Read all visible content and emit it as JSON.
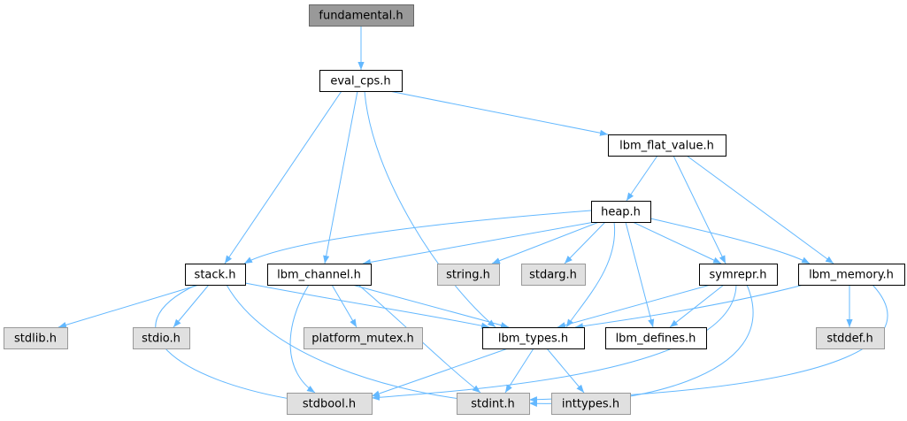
{
  "graph": {
    "colors": {
      "edge": "#63b8ff",
      "root_fill": "#999999",
      "root_border": "#666666",
      "local_fill": "#ffffff",
      "local_border": "#000000",
      "system_fill": "#e0e0e0",
      "system_border": "#999999"
    },
    "nodes": [
      {
        "id": "fundamental",
        "label": "fundamental.h",
        "kind": "root"
      },
      {
        "id": "eval_cps",
        "label": "eval_cps.h",
        "kind": "local"
      },
      {
        "id": "lbm_flat_value",
        "label": "lbm_flat_value.h",
        "kind": "local"
      },
      {
        "id": "heap",
        "label": "heap.h",
        "kind": "local"
      },
      {
        "id": "stack",
        "label": "stack.h",
        "kind": "local"
      },
      {
        "id": "lbm_channel",
        "label": "lbm_channel.h",
        "kind": "local"
      },
      {
        "id": "string",
        "label": "string.h",
        "kind": "system"
      },
      {
        "id": "stdarg",
        "label": "stdarg.h",
        "kind": "system"
      },
      {
        "id": "symrepr",
        "label": "symrepr.h",
        "kind": "local"
      },
      {
        "id": "lbm_memory",
        "label": "lbm_memory.h",
        "kind": "local"
      },
      {
        "id": "stdlib",
        "label": "stdlib.h",
        "kind": "system"
      },
      {
        "id": "stdio",
        "label": "stdio.h",
        "kind": "system"
      },
      {
        "id": "platform_mutex",
        "label": "platform_mutex.h",
        "kind": "system"
      },
      {
        "id": "lbm_types",
        "label": "lbm_types.h",
        "kind": "local"
      },
      {
        "id": "lbm_defines",
        "label": "lbm_defines.h",
        "kind": "local"
      },
      {
        "id": "stddef",
        "label": "stddef.h",
        "kind": "system"
      },
      {
        "id": "stdbool",
        "label": "stdbool.h",
        "kind": "system"
      },
      {
        "id": "stdint",
        "label": "stdint.h",
        "kind": "system"
      },
      {
        "id": "inttypes",
        "label": "inttypes.h",
        "kind": "system"
      }
    ],
    "edges": [
      {
        "from": "fundamental",
        "to": "eval_cps"
      },
      {
        "from": "eval_cps",
        "to": "lbm_flat_value"
      },
      {
        "from": "eval_cps",
        "to": "stack"
      },
      {
        "from": "eval_cps",
        "to": "lbm_channel"
      },
      {
        "from": "eval_cps",
        "to": "lbm_types"
      },
      {
        "from": "lbm_flat_value",
        "to": "heap"
      },
      {
        "from": "lbm_flat_value",
        "to": "symrepr"
      },
      {
        "from": "lbm_flat_value",
        "to": "lbm_memory"
      },
      {
        "from": "heap",
        "to": "stack"
      },
      {
        "from": "heap",
        "to": "lbm_channel"
      },
      {
        "from": "heap",
        "to": "string"
      },
      {
        "from": "heap",
        "to": "stdarg"
      },
      {
        "from": "heap",
        "to": "symrepr"
      },
      {
        "from": "heap",
        "to": "lbm_memory"
      },
      {
        "from": "heap",
        "to": "lbm_types"
      },
      {
        "from": "heap",
        "to": "lbm_defines"
      },
      {
        "from": "stack",
        "to": "stdlib"
      },
      {
        "from": "stack",
        "to": "stdio"
      },
      {
        "from": "stack",
        "to": "lbm_types"
      },
      {
        "from": "stack",
        "to": "stdbool"
      },
      {
        "from": "stack",
        "to": "stdint"
      },
      {
        "from": "lbm_channel",
        "to": "platform_mutex"
      },
      {
        "from": "lbm_channel",
        "to": "lbm_types"
      },
      {
        "from": "lbm_channel",
        "to": "stdbool"
      },
      {
        "from": "lbm_channel",
        "to": "stdint"
      },
      {
        "from": "symrepr",
        "to": "lbm_types"
      },
      {
        "from": "symrepr",
        "to": "lbm_defines"
      },
      {
        "from": "symrepr",
        "to": "stdbool"
      },
      {
        "from": "symrepr",
        "to": "stdint"
      },
      {
        "from": "lbm_memory",
        "to": "lbm_types"
      },
      {
        "from": "lbm_memory",
        "to": "stddef"
      },
      {
        "from": "lbm_memory",
        "to": "stdint"
      },
      {
        "from": "lbm_types",
        "to": "stdbool"
      },
      {
        "from": "lbm_types",
        "to": "stdint"
      },
      {
        "from": "lbm_types",
        "to": "inttypes"
      }
    ]
  }
}
